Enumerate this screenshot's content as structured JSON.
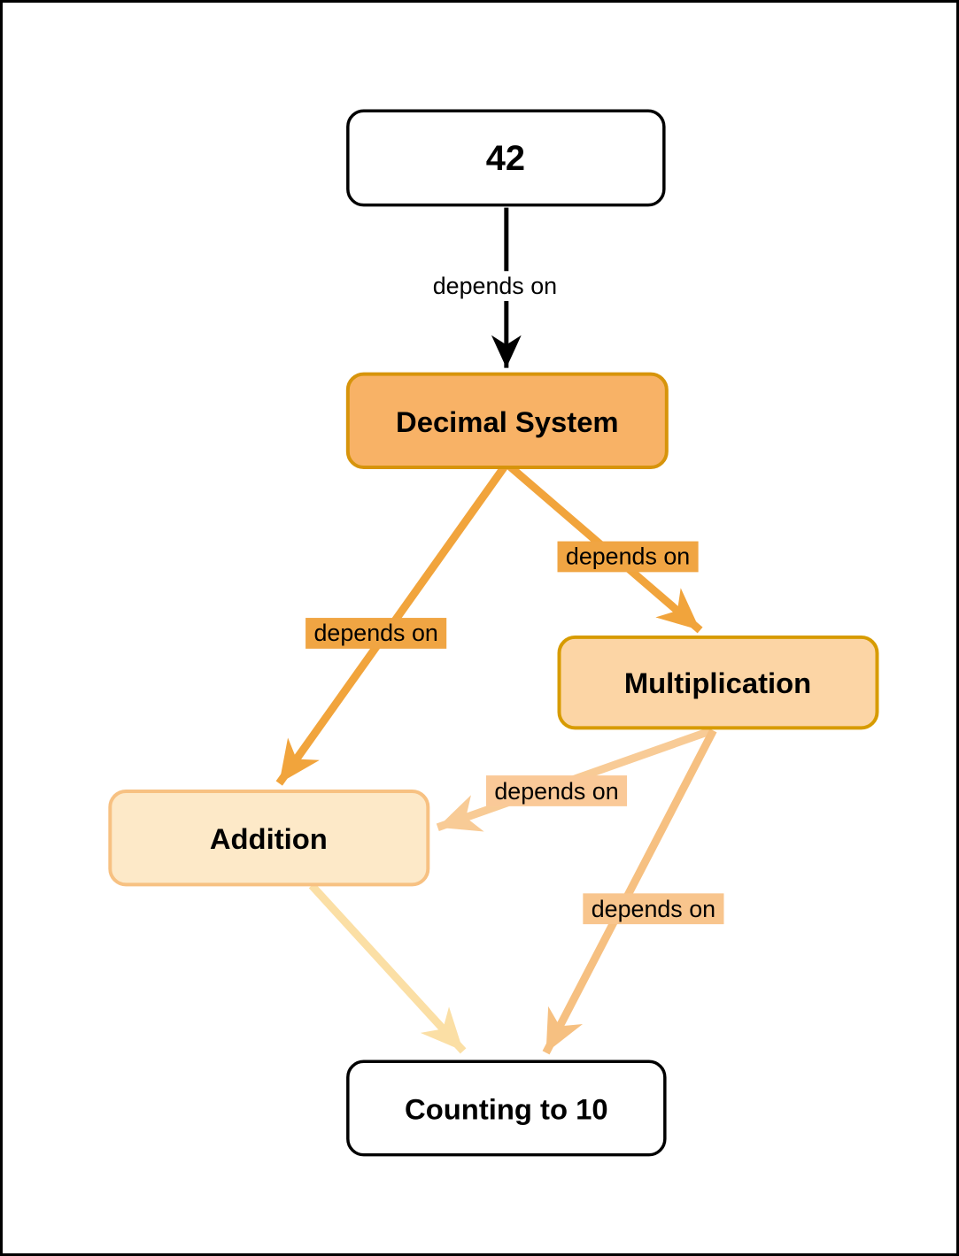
{
  "diagram": {
    "background": "#ffffff",
    "frame_color": "#000000",
    "edge_label_text_color": "#000000",
    "nodes": [
      {
        "id": "42",
        "label": "42",
        "fill": "#ffffff",
        "stroke": "#000000",
        "text_color": "#000000"
      },
      {
        "id": "decimal-system",
        "label": "Decimal System",
        "fill": "#f8b266",
        "stroke": "#d7940b",
        "text_color": "#000000"
      },
      {
        "id": "multiplication",
        "label": "Multiplication",
        "fill": "#fcd5a5",
        "stroke": "#d79b00",
        "text_color": "#000000"
      },
      {
        "id": "addition",
        "label": "Addition",
        "fill": "#fde9c8",
        "stroke": "#f7c182",
        "text_color": "#000000"
      },
      {
        "id": "counting-to-10",
        "label": "Counting to 10",
        "fill": "#ffffff",
        "stroke": "#000000",
        "text_color": "#000000"
      }
    ],
    "edges": [
      {
        "from": "42",
        "to": "decimal-system",
        "label": "depends on",
        "color": "#000000",
        "label_bg": "#ffffff"
      },
      {
        "from": "decimal-system",
        "to": "multiplication",
        "label": "depends on",
        "color": "#f1a43c",
        "label_bg": "#f0a543"
      },
      {
        "from": "decimal-system",
        "to": "addition",
        "label": "depends on",
        "color": "#f1a43c",
        "label_bg": "#f0a543"
      },
      {
        "from": "multiplication",
        "to": "addition",
        "label": "depends on",
        "color": "#f8cb96",
        "label_bg": "#fac998"
      },
      {
        "from": "multiplication",
        "to": "counting-to-10",
        "label": "depends on",
        "color": "#f6c081",
        "label_bg": "#f8c58d"
      },
      {
        "from": "addition",
        "to": "counting-to-10",
        "label": "",
        "color": "#fbdfa5",
        "label_bg": ""
      }
    ]
  }
}
